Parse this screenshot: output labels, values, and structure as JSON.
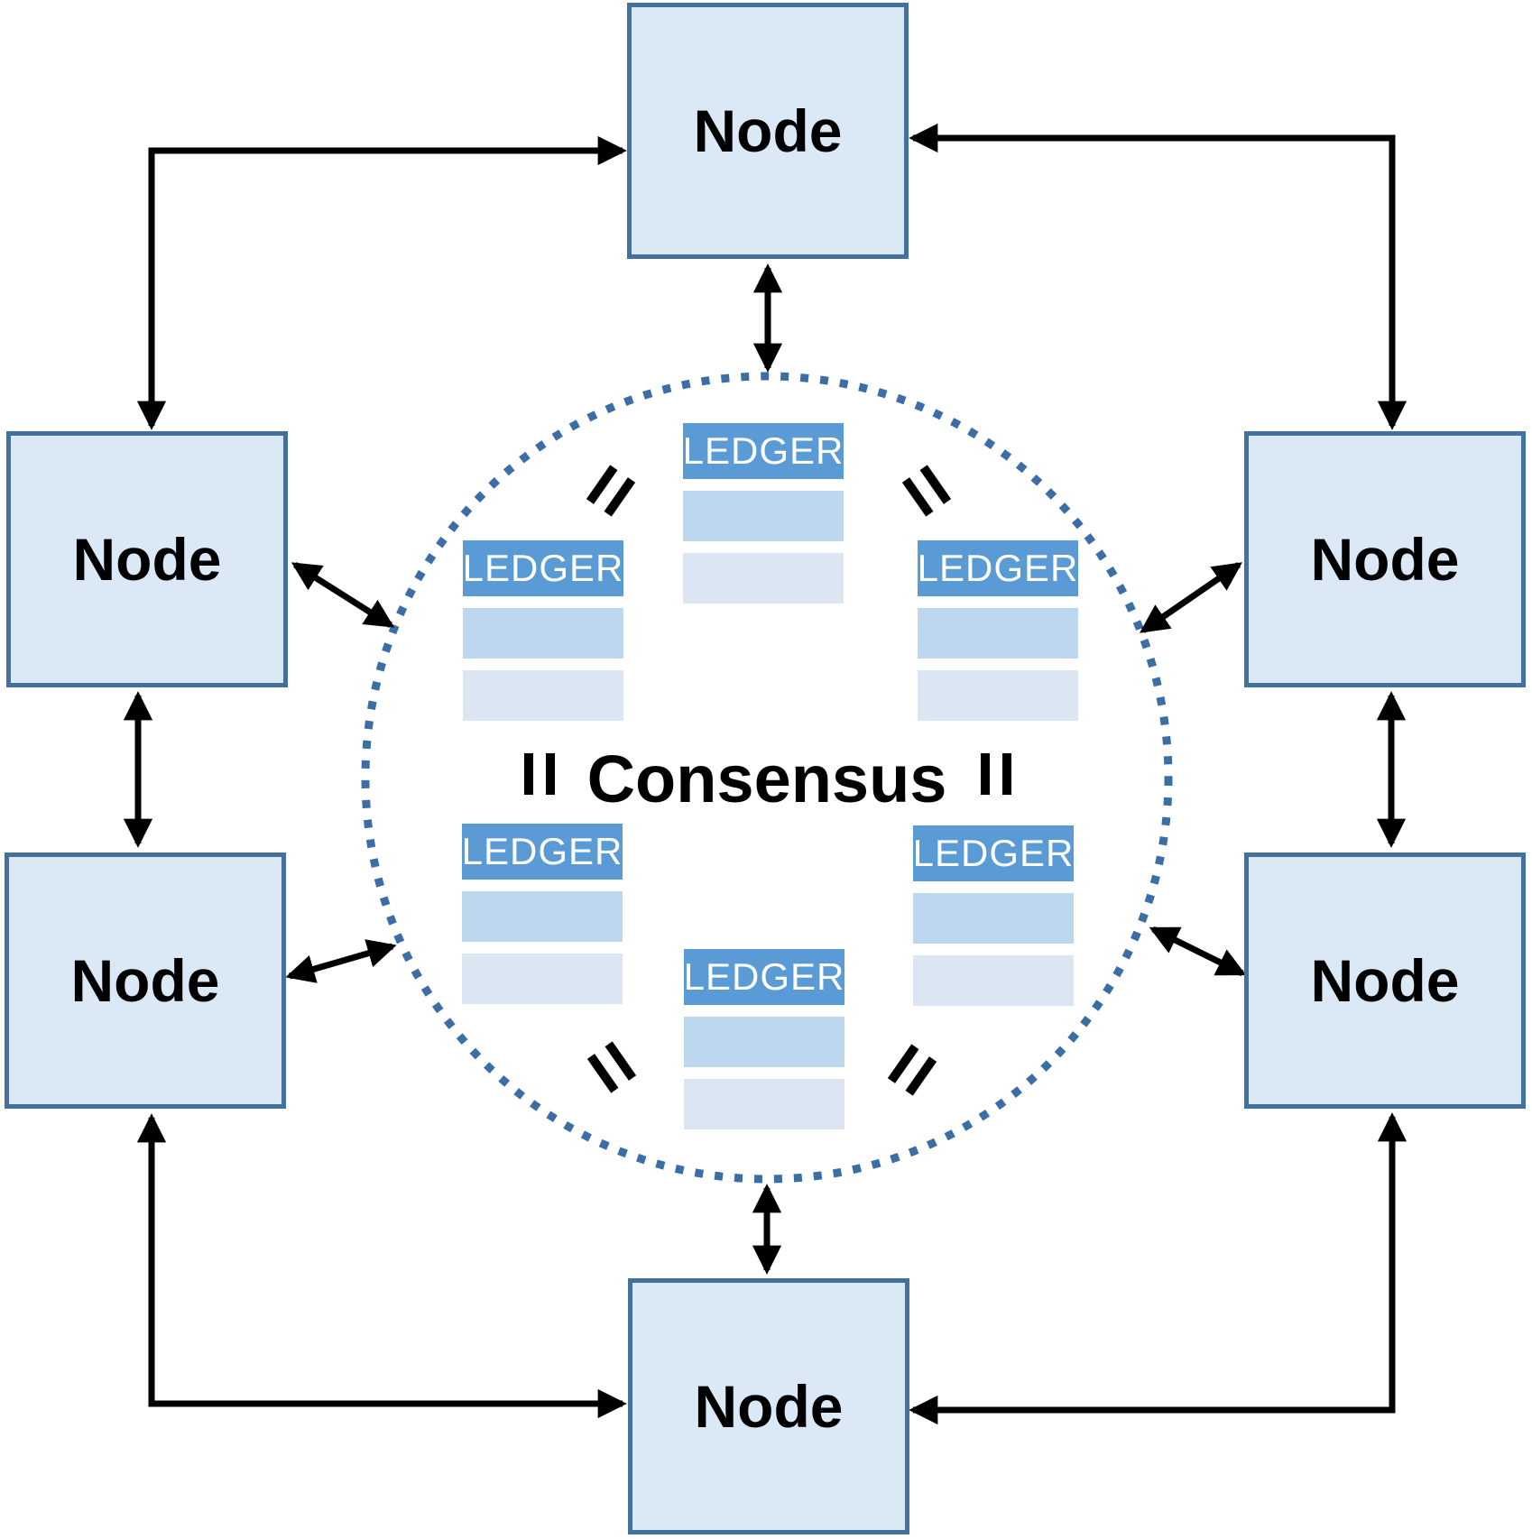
{
  "diagram": {
    "consensus_label": "Consensus",
    "nodes": [
      {
        "id": "node-top",
        "label": "Node"
      },
      {
        "id": "node-left-upper",
        "label": "Node"
      },
      {
        "id": "node-right-upper",
        "label": "Node"
      },
      {
        "id": "node-left-lower",
        "label": "Node"
      },
      {
        "id": "node-right-lower",
        "label": "Node"
      },
      {
        "id": "node-bottom",
        "label": "Node"
      }
    ],
    "ledgers": [
      {
        "id": "ledger-top",
        "title": "LEDGER"
      },
      {
        "id": "ledger-upper-left",
        "title": "LEDGER"
      },
      {
        "id": "ledger-upper-right",
        "title": "LEDGER"
      },
      {
        "id": "ledger-lower-left",
        "title": "LEDGER"
      },
      {
        "id": "ledger-lower-right",
        "title": "LEDGER"
      },
      {
        "id": "ledger-bottom",
        "title": "LEDGER"
      }
    ],
    "icons": {
      "equals_icon": "=",
      "double_arrow_icon": "↔"
    },
    "colors": {
      "node_fill": "#dbe8f6",
      "node_border": "#41719c",
      "ledger_header": "#5b9bd5",
      "ledger_row_medium": "#bdd7ee",
      "ledger_row_light": "#dce6f2",
      "dotted_circle": "#3c6ea6",
      "arrow": "#000000",
      "text": "#000000"
    },
    "connections": [
      "node-top <-> node-left-upper",
      "node-top <-> node-right-upper",
      "node-left-upper <-> node-left-lower",
      "node-right-upper <-> node-right-lower",
      "node-left-lower <-> node-bottom",
      "node-right-lower <-> node-bottom",
      "node-top <-> consensus-circle",
      "node-left-upper <-> consensus-circle",
      "node-right-upper <-> consensus-circle",
      "node-left-lower <-> consensus-circle",
      "node-right-lower <-> consensus-circle",
      "node-bottom <-> consensus-circle"
    ]
  }
}
